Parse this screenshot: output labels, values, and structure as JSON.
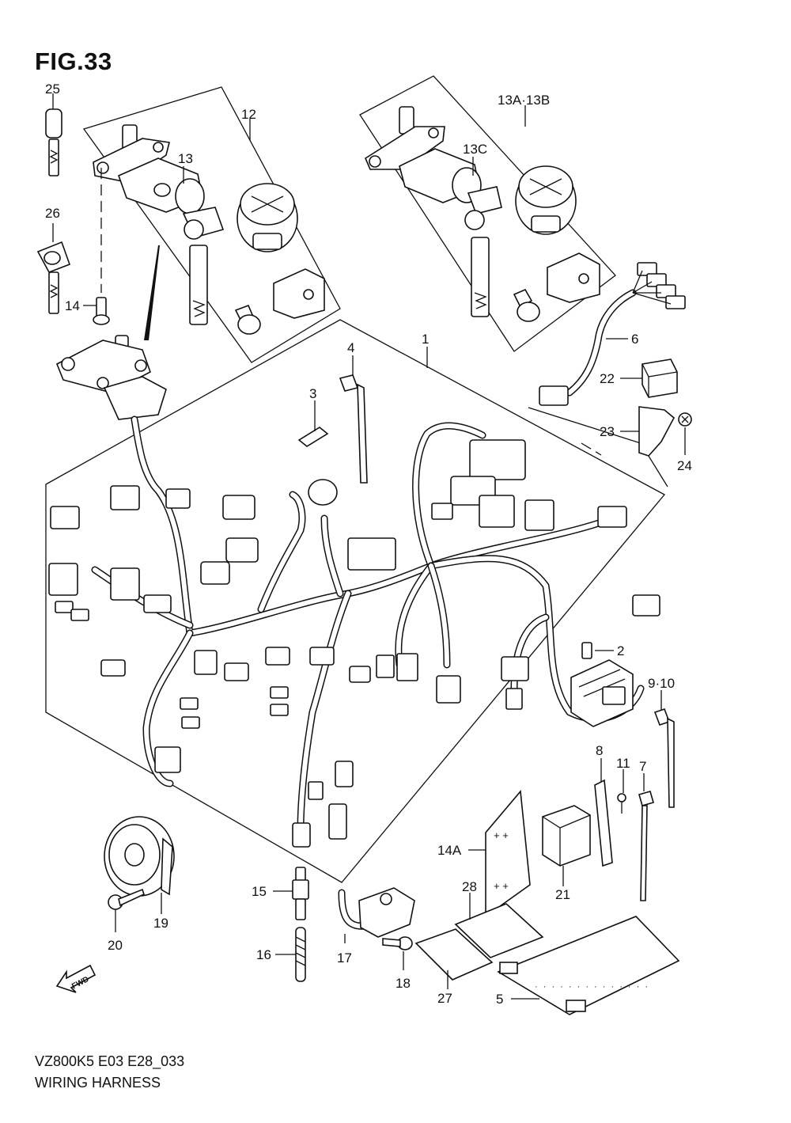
{
  "figure": {
    "title": "FIG.33"
  },
  "footer": {
    "code": "VZ800K5 E03 E28_033",
    "name": "WIRING HARNESS"
  },
  "fwd_label": "FWD",
  "callouts": {
    "c1": "1",
    "c2": "2",
    "c3": "3",
    "c4": "4",
    "c5": "5",
    "c6": "6",
    "c7": "7",
    "c8": "8",
    "c9_10": "9·10",
    "c11": "11",
    "c12": "12",
    "c13": "13",
    "c13a_13b": "13A·13B",
    "c13c": "13C",
    "c14": "14",
    "c14a": "14A",
    "c15": "15",
    "c16": "16",
    "c17": "17",
    "c18": "18",
    "c19": "19",
    "c20": "20",
    "c21": "21",
    "c22": "22",
    "c23": "23",
    "c24": "24",
    "c25": "25",
    "c26": "26",
    "c27": "27",
    "c28": "28"
  }
}
